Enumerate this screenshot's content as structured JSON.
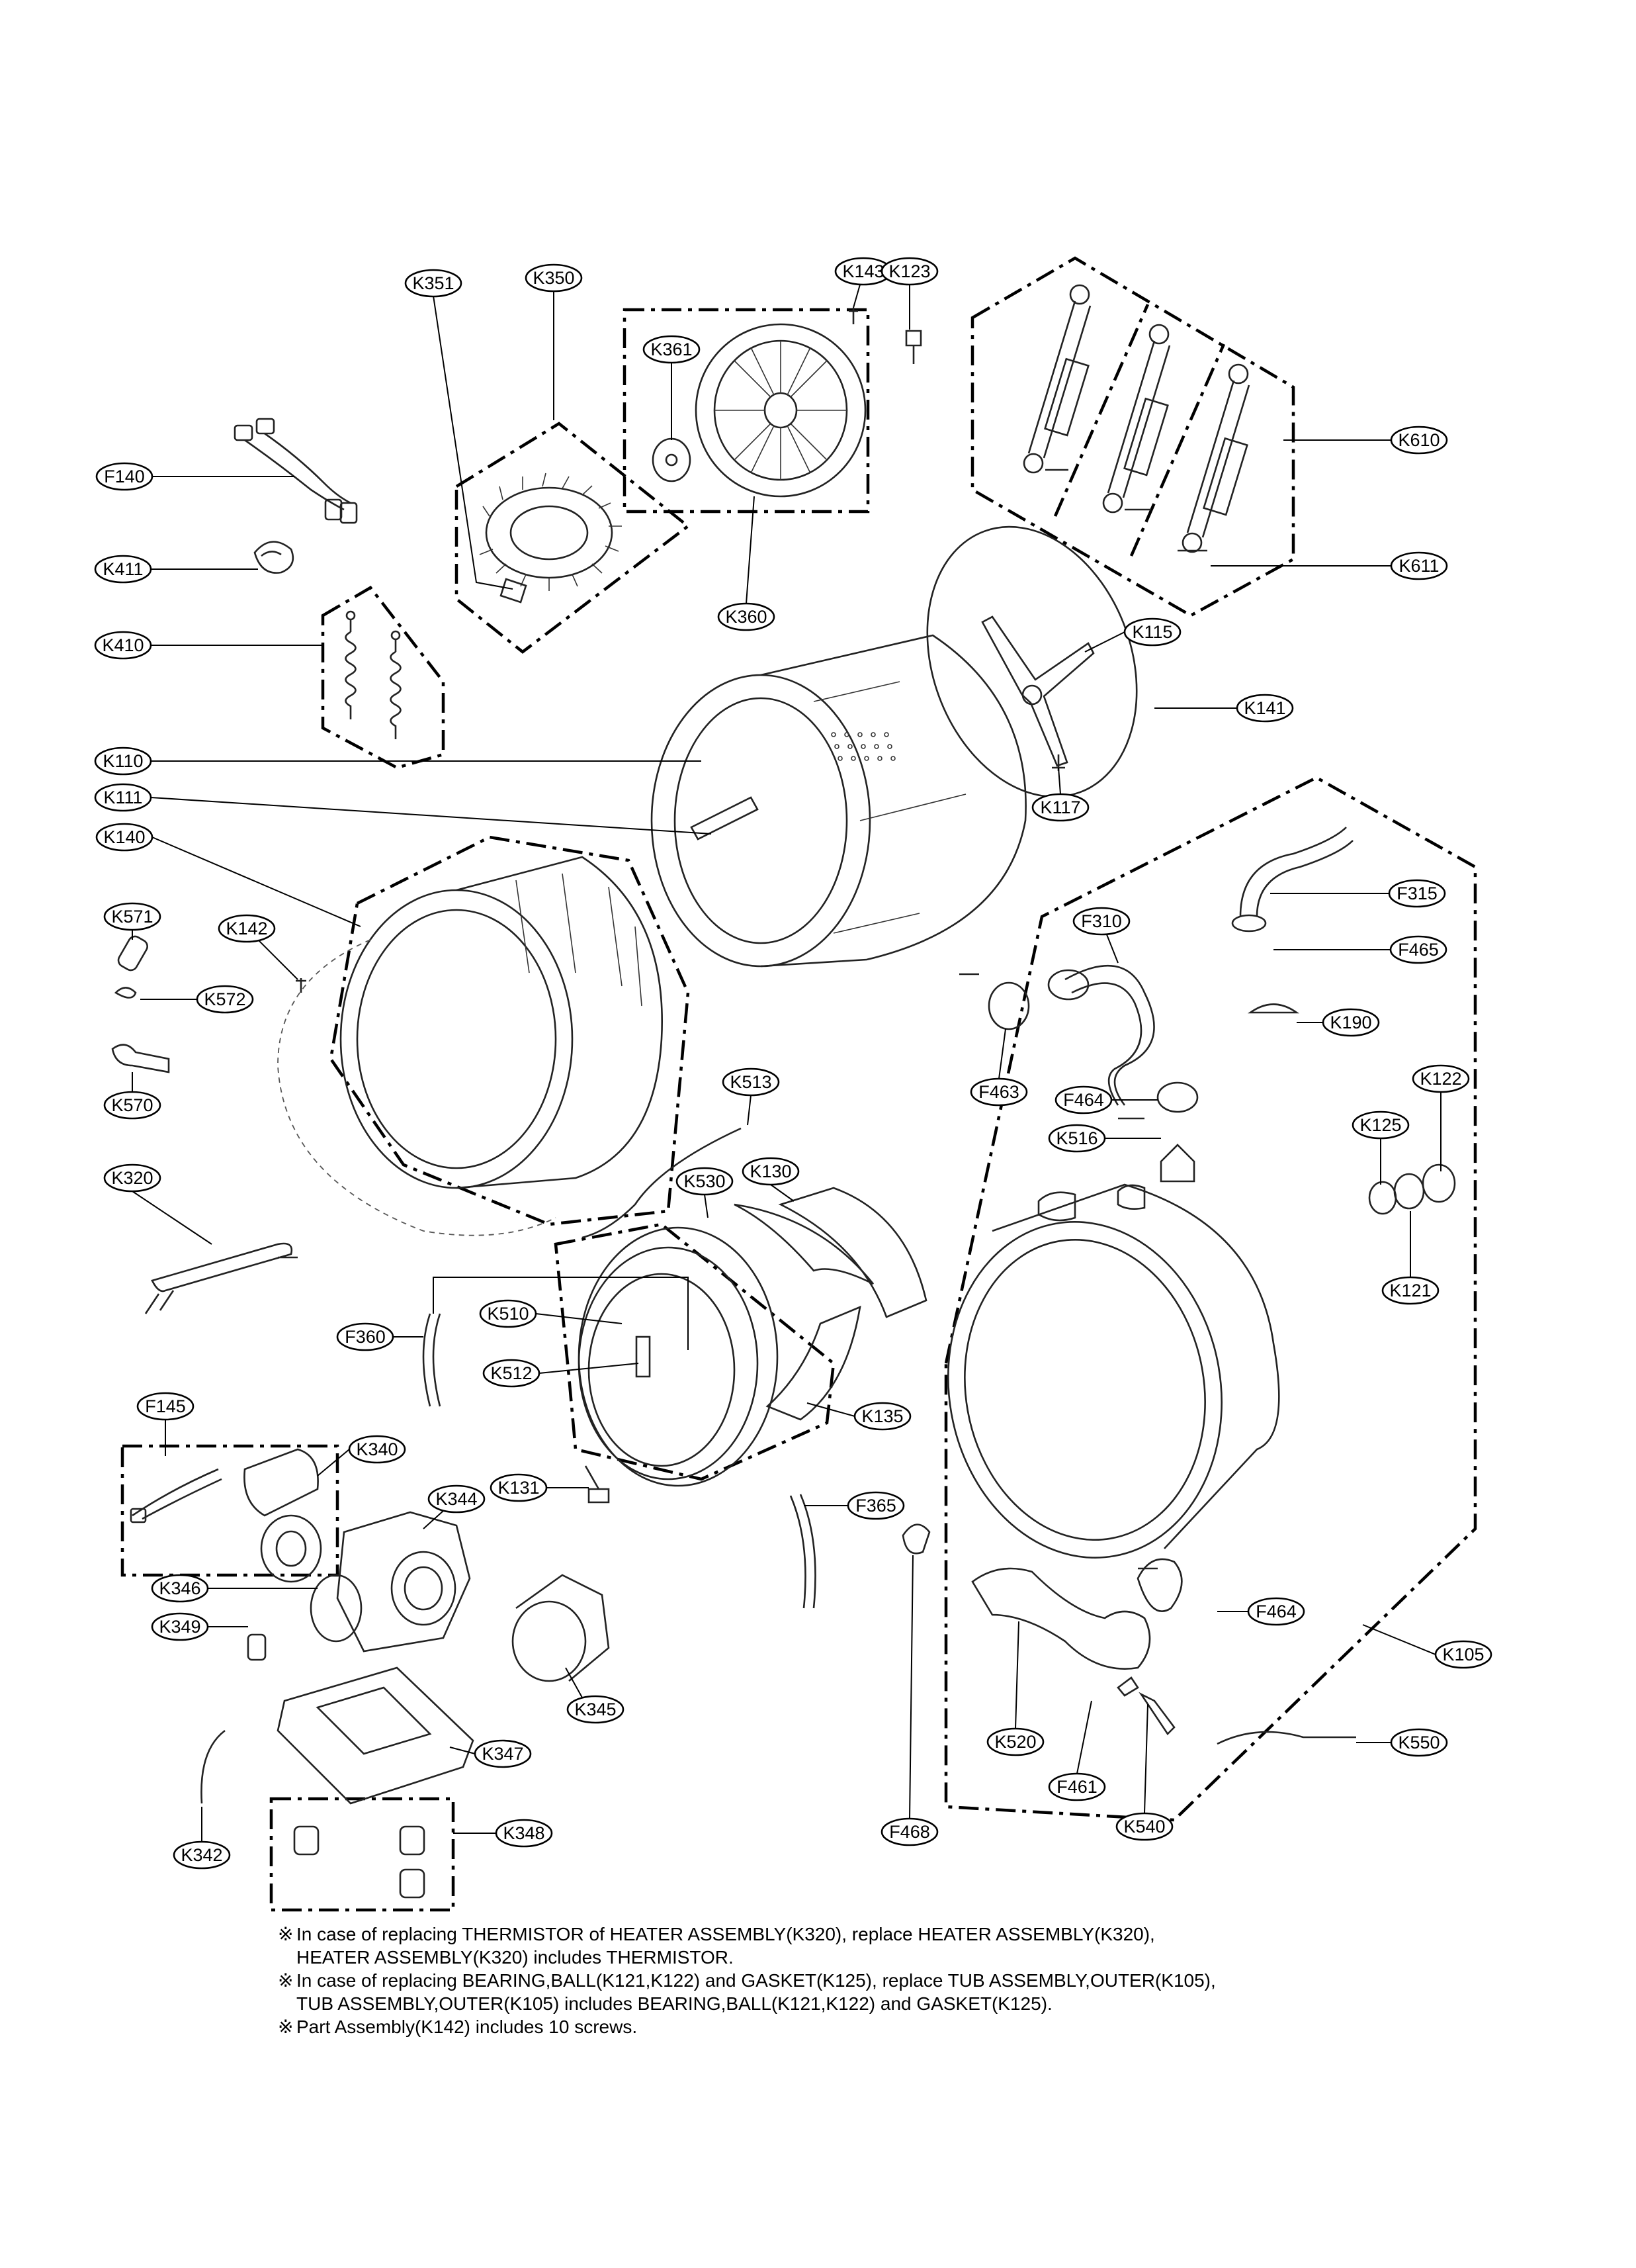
{
  "callouts": [
    {
      "id": "k351",
      "label": "K351"
    },
    {
      "id": "k350",
      "label": "K350"
    },
    {
      "id": "k143",
      "label": "K143"
    },
    {
      "id": "k123",
      "label": "K123"
    },
    {
      "id": "k361",
      "label": "K361"
    },
    {
      "id": "k610",
      "label": "K610"
    },
    {
      "id": "f140",
      "label": "F140"
    },
    {
      "id": "k611",
      "label": "K611"
    },
    {
      "id": "k411",
      "label": "K411"
    },
    {
      "id": "k360",
      "label": "K360"
    },
    {
      "id": "k115",
      "label": "K115"
    },
    {
      "id": "k410",
      "label": "K410"
    },
    {
      "id": "k141",
      "label": "K141"
    },
    {
      "id": "k110",
      "label": "K110"
    },
    {
      "id": "k117",
      "label": "K117"
    },
    {
      "id": "k111",
      "label": "K111"
    },
    {
      "id": "k140",
      "label": "K140"
    },
    {
      "id": "f315",
      "label": "F315"
    },
    {
      "id": "k571",
      "label": "K571"
    },
    {
      "id": "k142",
      "label": "K142"
    },
    {
      "id": "f310",
      "label": "F310"
    },
    {
      "id": "f465",
      "label": "F465"
    },
    {
      "id": "k572",
      "label": "K572"
    },
    {
      "id": "k190",
      "label": "K190"
    },
    {
      "id": "f463",
      "label": "F463"
    },
    {
      "id": "k570",
      "label": "K570"
    },
    {
      "id": "f464a",
      "label": "F464"
    },
    {
      "id": "k513",
      "label": "K513"
    },
    {
      "id": "k122",
      "label": "K122"
    },
    {
      "id": "k125",
      "label": "K125"
    },
    {
      "id": "k516",
      "label": "K516"
    },
    {
      "id": "k320",
      "label": "K320"
    },
    {
      "id": "k530",
      "label": "K530"
    },
    {
      "id": "k130",
      "label": "K130"
    },
    {
      "id": "k121",
      "label": "K121"
    },
    {
      "id": "f360",
      "label": "F360"
    },
    {
      "id": "k510",
      "label": "K510"
    },
    {
      "id": "k512",
      "label": "K512"
    },
    {
      "id": "k135",
      "label": "K135"
    },
    {
      "id": "f145",
      "label": "F145"
    },
    {
      "id": "k340",
      "label": "K340"
    },
    {
      "id": "k131",
      "label": "K131"
    },
    {
      "id": "k344",
      "label": "K344"
    },
    {
      "id": "f365",
      "label": "F365"
    },
    {
      "id": "k346",
      "label": "K346"
    },
    {
      "id": "f464b",
      "label": "F464"
    },
    {
      "id": "k349",
      "label": "K349"
    },
    {
      "id": "k105",
      "label": "K105"
    },
    {
      "id": "k345",
      "label": "K345"
    },
    {
      "id": "k520",
      "label": "K520"
    },
    {
      "id": "k550",
      "label": "K550"
    },
    {
      "id": "k347",
      "label": "K347"
    },
    {
      "id": "f461",
      "label": "F461"
    },
    {
      "id": "k540",
      "label": "K540"
    },
    {
      "id": "f468",
      "label": "F468"
    },
    {
      "id": "k342",
      "label": "K342"
    },
    {
      "id": "k348",
      "label": "K348"
    }
  ],
  "notes": {
    "mark": "※",
    "n1_line1": "In case of replacing THERMISTOR of HEATER ASSEMBLY(K320), replace HEATER ASSEMBLY(K320),",
    "n1_line2": "HEATER ASSEMBLY(K320) includes THERMISTOR.",
    "n2_line1": "In case of replacing BEARING,BALL(K121,K122) and GASKET(K125), replace TUB ASSEMBLY,OUTER(K105),",
    "n2_line2": "TUB ASSEMBLY,OUTER(K105) includes BEARING,BALL(K121,K122) and GASKET(K125).",
    "n3_line1": "Part Assembly(K142) includes 10 screws."
  }
}
